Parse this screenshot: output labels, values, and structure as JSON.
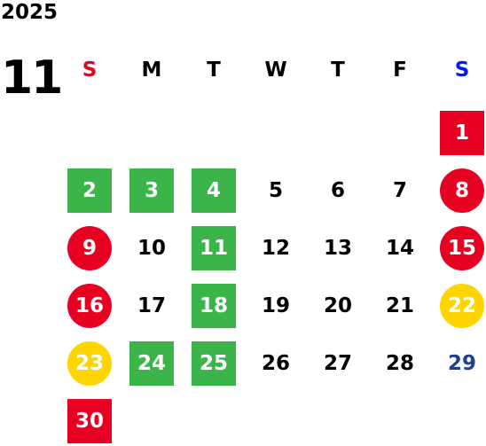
{
  "year": "2025",
  "month": "11",
  "colors": {
    "sunday_header": "#e60021",
    "saturday_header": "#0019ff",
    "holiday_red": "#e60021",
    "closed_green": "#3bb44a",
    "event_yellow": "#ffd500",
    "saturday_text_blue": "#1f3f8f"
  },
  "weekdays": [
    "S",
    "M",
    "T",
    "W",
    "T",
    "F",
    "S"
  ],
  "days": [
    {
      "label": "1",
      "style": "red-sq"
    },
    {
      "label": "2",
      "style": "green"
    },
    {
      "label": "3",
      "style": "green"
    },
    {
      "label": "4",
      "style": "green"
    },
    {
      "label": "5",
      "style": ""
    },
    {
      "label": "6",
      "style": ""
    },
    {
      "label": "7",
      "style": ""
    },
    {
      "label": "8",
      "style": "red-ci"
    },
    {
      "label": "9",
      "style": "red-ci"
    },
    {
      "label": "10",
      "style": ""
    },
    {
      "label": "11",
      "style": "green"
    },
    {
      "label": "12",
      "style": ""
    },
    {
      "label": "13",
      "style": ""
    },
    {
      "label": "14",
      "style": ""
    },
    {
      "label": "15",
      "style": "red-ci"
    },
    {
      "label": "16",
      "style": "red-ci"
    },
    {
      "label": "17",
      "style": ""
    },
    {
      "label": "18",
      "style": "green"
    },
    {
      "label": "19",
      "style": ""
    },
    {
      "label": "20",
      "style": ""
    },
    {
      "label": "21",
      "style": ""
    },
    {
      "label": "22",
      "style": "yellow"
    },
    {
      "label": "23",
      "style": "yellow"
    },
    {
      "label": "24",
      "style": "green"
    },
    {
      "label": "25",
      "style": "green"
    },
    {
      "label": "26",
      "style": ""
    },
    {
      "label": "27",
      "style": ""
    },
    {
      "label": "28",
      "style": ""
    },
    {
      "label": "29",
      "style": "blue-text"
    },
    {
      "label": "30",
      "style": "red-sq"
    }
  ]
}
